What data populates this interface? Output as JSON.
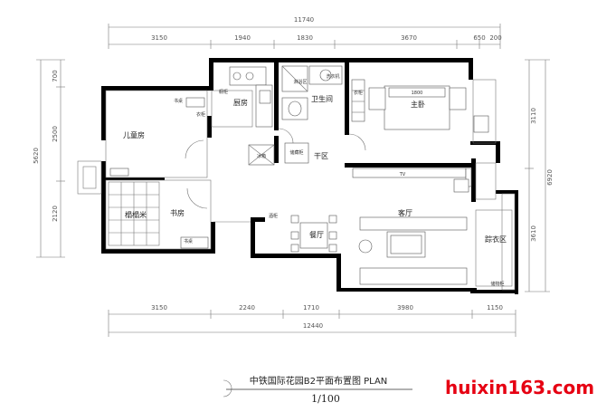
{
  "dimensions": {
    "top_total": "11740",
    "top": [
      "3150",
      "1940",
      "1830",
      "3670",
      "650",
      "200"
    ],
    "bottom": [
      "3150",
      "2240",
      "1710",
      "3980",
      "1150"
    ],
    "bottom_total": "12440",
    "left_outer": "5620",
    "left": [
      "700",
      "2500",
      "2120"
    ],
    "right_outer": "6920",
    "right": [
      "3110",
      "3610"
    ]
  },
  "rooms": {
    "kids_room": "儿童房",
    "study": "书房",
    "tatami": "榻榻米",
    "kitchen": "厨房",
    "bathroom": "卫生间",
    "dry_area": "干区",
    "master_bedroom": "主卧",
    "living_room": "客厅",
    "dining": "餐厅",
    "walk_in_closet": "踪衣区"
  },
  "labels": {
    "desk_top": "书桌",
    "wardrobe": "衣柜",
    "shower": "淋浴区",
    "washer": "洗衣机",
    "closet": "衣柜",
    "fridge": "冰箱",
    "storage": "储藏柜",
    "tv": "TV",
    "wine_cabinet": "酒柜",
    "desk_bottom": "书桌",
    "storage_cabinet": "储物柜",
    "small_label": "橱柜",
    "bed_size": "1800"
  },
  "footer": {
    "title": "中铁国际花园B2平面布置图 PLAN",
    "scale": "1/100"
  },
  "watermark": "huixin163.com"
}
